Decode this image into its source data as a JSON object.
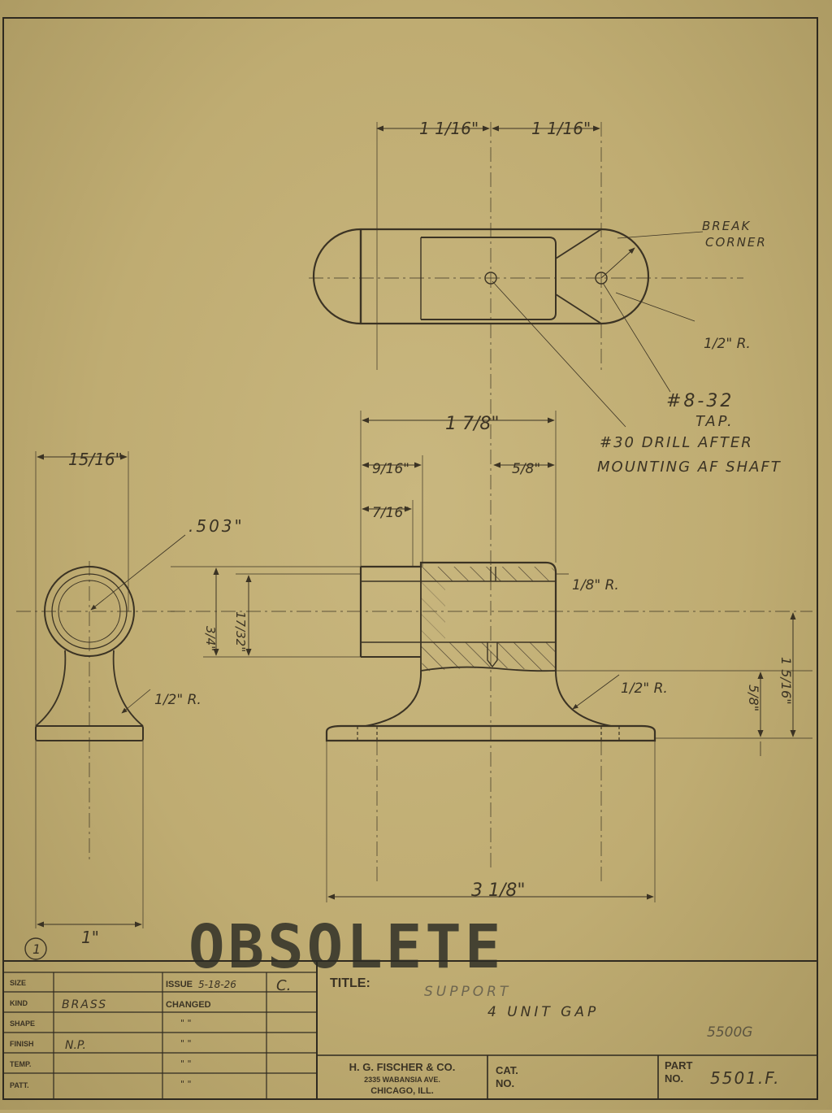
{
  "drawing": {
    "top_view": {
      "dim_left": "1 1/16\"",
      "dim_right": "1 1/16\"",
      "break_note": [
        "BREAK",
        "CORNER"
      ],
      "radius_note": "1/2\" R.",
      "tap_note": [
        "#8-32",
        "TAP."
      ],
      "drill_note": [
        "#30 DRILL AFTER",
        "MOUNTING AF SHAFT"
      ]
    },
    "side_view": {
      "width_dim": "15/16\"",
      "bore_dim": ".503\"",
      "radius_note": "1/2\" R.",
      "base_dim": "1\""
    },
    "front_view": {
      "overall_width_dim": "1 7/8\"",
      "left_dim_a": "9/16\"",
      "left_dim_b": "7/16\"",
      "right_dim": "5/8\"",
      "top_radius": "1/8\" R.",
      "fillet_radius": "1/2\" R.",
      "height_dim_a": "3/4\"",
      "height_dim_b": "17/32\"",
      "right_height_a": "5/8\"",
      "right_height_b": "1 5/16\"",
      "base_length_dim": "3 1/8\""
    }
  },
  "stamp": {
    "obsolete": "OBSOLETE",
    "circle_number": "1"
  },
  "title_block": {
    "labels": {
      "size": "SIZE",
      "kind": "KIND",
      "shape": "SHAPE",
      "finish": "FINISH",
      "temp": "TEMP.",
      "patt": "PATT.",
      "issue": "ISSUE",
      "changed": "CHANGED",
      "title": "TITLE:",
      "cat": "CAT.",
      "cat_no": "NO.",
      "part": "PART",
      "part_no": "NO."
    },
    "values": {
      "kind": "BRASS",
      "finish": "N.P.",
      "issue": "5-18-26",
      "issue_mark": "C.",
      "ditto": "\"    \"",
      "title_line1": "SUPPORT",
      "title_line2": "4 UNIT GAP",
      "ref_no": "5500G",
      "part_no": "5501.F."
    },
    "company": {
      "name": "H. G. FISCHER & CO.",
      "address": "2335 WABANSIA AVE.",
      "city": "CHICAGO, ILL."
    }
  }
}
